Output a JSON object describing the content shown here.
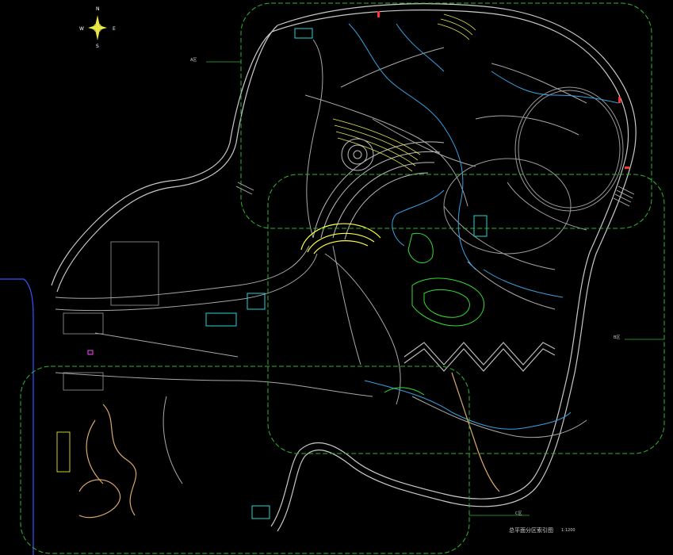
{
  "compass": {
    "n": "N",
    "s": "S",
    "e": "E",
    "w": "W"
  },
  "zones": [
    {
      "id": "zone-a",
      "label": "A区"
    },
    {
      "id": "zone-b",
      "label": "B区"
    },
    {
      "id": "zone-c",
      "label": "C区"
    }
  ],
  "footer": {
    "title": "总平面分区索引图",
    "scale": "1:1200"
  },
  "colors": {
    "background": "#000000",
    "zone_border": "#2fb52f",
    "road": "#c8c8c8",
    "water": "#3aa0e0",
    "building": "#22d6d6",
    "plaza": "#ffff44",
    "planting": "#33dd33",
    "path_warm": "#d9a86a",
    "marker": "#ff3333",
    "site_boundary": "#3355ff"
  },
  "icons": [
    "compass-rose-icon"
  ]
}
